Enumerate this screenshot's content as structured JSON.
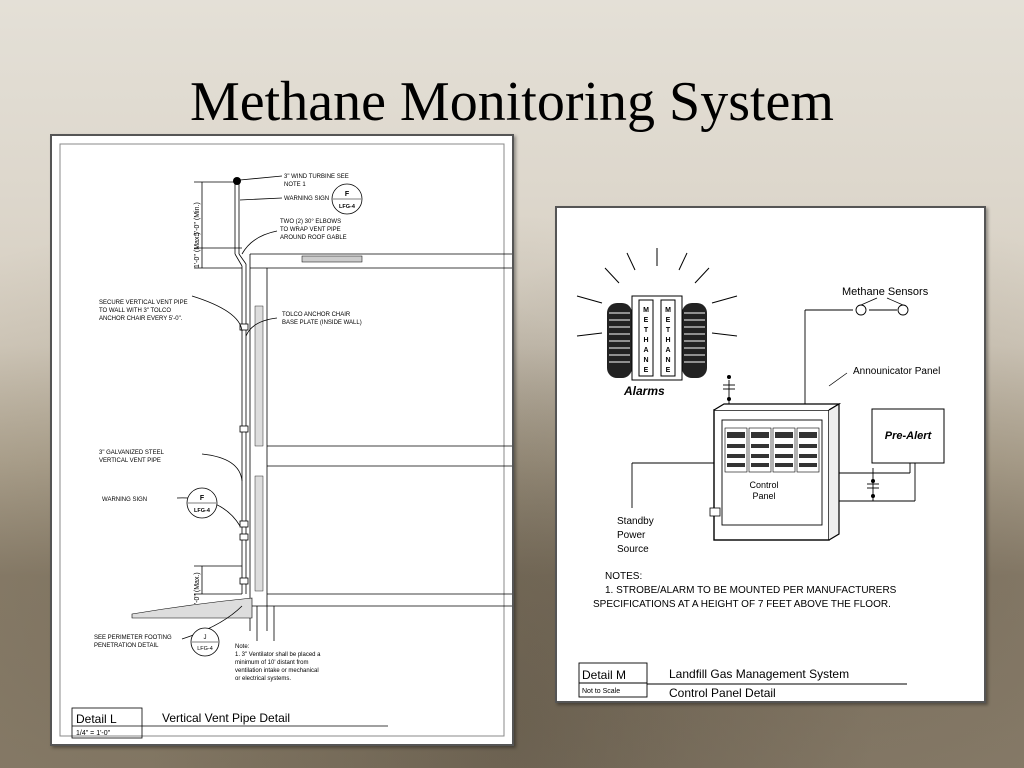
{
  "slide": {
    "title": "Methane Monitoring System"
  },
  "detail_l": {
    "labels": {
      "turbine_1": "3\" WIND TURBINE SEE",
      "turbine_2": "NOTE 1",
      "warning_sign": "WARNING SIGN",
      "elbows_1": "TWO (2) 30° ELBOWS",
      "elbows_2": "TO WRAP VENT PIPE",
      "elbows_3": "AROUND ROOF GABLE",
      "secure_1": "SECURE VERTICAL VENT PIPE",
      "secure_2": "TO WALL WITH 3\" TOLCO",
      "secure_3": "ANCHOR CHAIR EVERY 5'-0\".",
      "tolco_1": "TOLCO ANCHOR CHAIR",
      "tolco_2": "BASE PLATE (INSIDE WALL)",
      "galv_1": "3\" GALVANIZED STEEL",
      "galv_2": "VERTICAL VENT PIPE",
      "warning_sign_2": "WARNING SIGN",
      "footing_1": "SEE PERIMETER FOOTING",
      "footing_2": "PENETRATION  DETAIL"
    },
    "dimensions": {
      "min": "5'-0\" (Min.)",
      "max_top": "1'-0\" (Max.)",
      "max_bottom": "1'-0\" (Max.)"
    },
    "callouts": {
      "f_top": "F",
      "lfg_top": "LFG-4",
      "f_mid": "F",
      "lfg_mid": "LFG-4",
      "j": "J",
      "lfg_j": "LFG-4"
    },
    "note": {
      "heading": "Note:",
      "line1": "1. 3\" Ventilator shall be placed a",
      "line2": "minimum of  10' distant from",
      "line3": "ventilation intake or mechanical",
      "line4": "or electrical systems."
    },
    "title_block": {
      "detail": "Detail L",
      "scale": "1/4\" = 1'-0\"",
      "name": "Vertical Vent Pipe Detail"
    }
  },
  "detail_m": {
    "alarm_letters": [
      "M",
      "E",
      "T",
      "H",
      "A",
      "N",
      "E"
    ],
    "labels": {
      "alarms": "Alarms",
      "methane_sensors": "Methane Sensors",
      "announciator": "Announicator Panel",
      "pre_alert": "Pre-Alert",
      "control_1": "Control",
      "control_2": "Panel",
      "standby_1": "Standby",
      "standby_2": "Power",
      "standby_3": "Source"
    },
    "notes": {
      "heading": "NOTES:",
      "line1": "1.  STROBE/ALARM TO BE MOUNTED PER MANUFACTURERS",
      "line2": "SPECIFICATIONS AT A HEIGHT OF 7 FEET ABOVE THE FLOOR."
    },
    "title_block": {
      "detail": "Detail M",
      "scale": "Not to Scale",
      "name_1": "Landfill Gas Management System",
      "name_2": "Control Panel Detail"
    }
  }
}
